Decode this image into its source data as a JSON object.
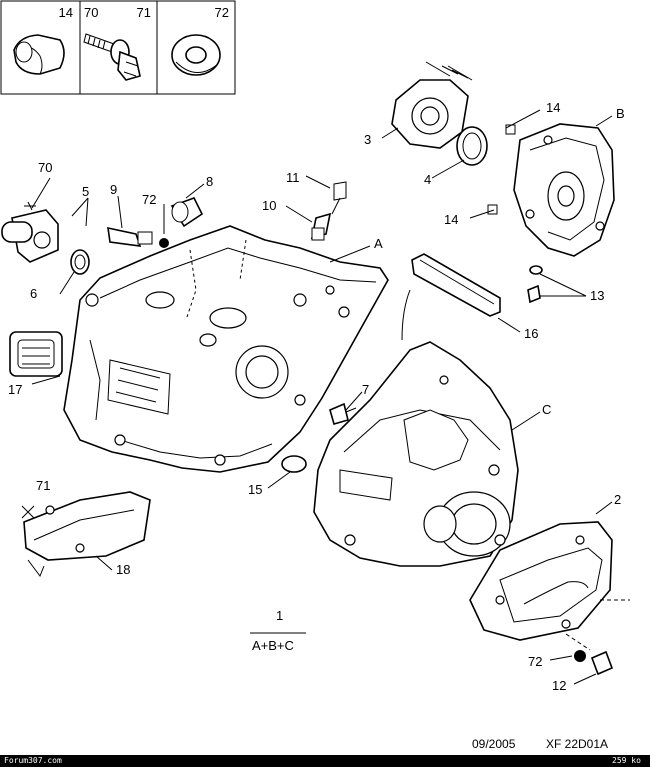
{
  "legend_box": {
    "cells": [
      {
        "num": "14",
        "num2": ""
      },
      {
        "num": "70",
        "num2": "71"
      },
      {
        "num": "72",
        "num2": ""
      }
    ]
  },
  "callouts": {
    "c1": "1",
    "c2": "2",
    "c3": "3",
    "c4": "4",
    "c5": "5",
    "c6": "6",
    "c7": "7",
    "c8": "8",
    "c9": "9",
    "c10": "10",
    "c11": "11",
    "c12": "12",
    "c13": "13",
    "c14a": "14",
    "c14b": "14",
    "c15": "15",
    "c16": "16",
    "c17": "17",
    "c18": "18",
    "c70": "70",
    "c71": "71",
    "c72a": "72",
    "c72b": "72",
    "cA": "A",
    "cB": "B",
    "cC": "C"
  },
  "assembly_formula": "A+B+C",
  "footer": {
    "date_ref": "09/2005",
    "code": "XF 22D01A"
  },
  "bottom_bar": {
    "left": "Forum307.com",
    "right": "259 ko"
  }
}
